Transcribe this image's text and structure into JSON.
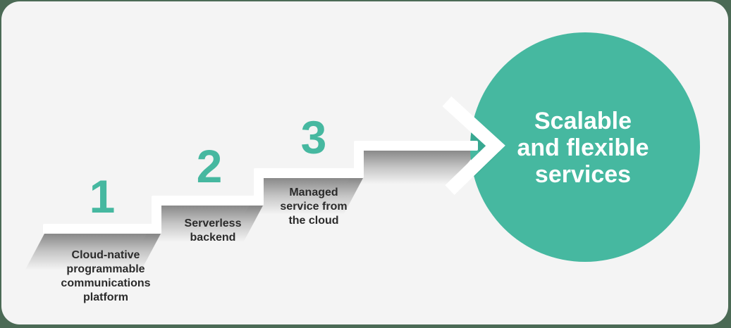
{
  "colors": {
    "accent_teal": "#46b8a0",
    "arrow_shadow_teal": "#2d9b85",
    "card_background": "#f4f4f4",
    "frame_background": "#4b6a55",
    "step_band_white": "#ffffff",
    "label_text": "#2b2b2b",
    "circle_text": "#ffffff"
  },
  "steps": [
    {
      "number": "1",
      "label": "Cloud-native\nprogrammable\ncommunications\nplatform"
    },
    {
      "number": "2",
      "label": "Serverless\nbackend"
    },
    {
      "number": "3",
      "label": "Managed\nservice from\nthe cloud"
    }
  ],
  "result": {
    "label": "Scalable\nand flexible\nservices"
  }
}
